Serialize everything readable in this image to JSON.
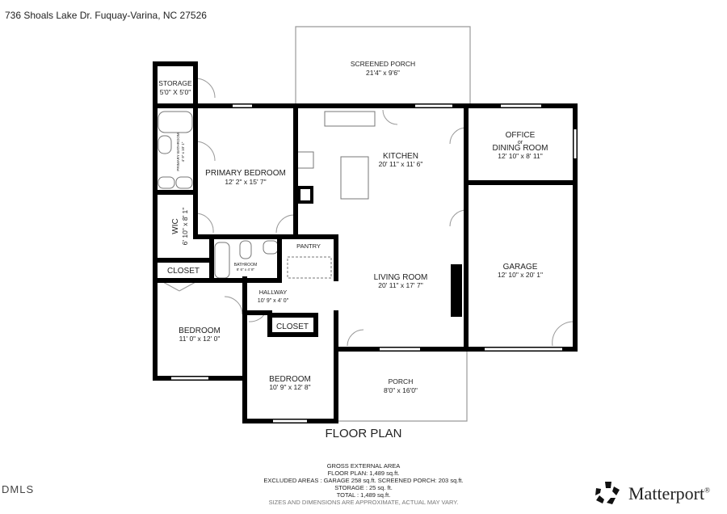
{
  "address": "736 Shoals Lake Dr. Fuquay-Varina, NC 27526",
  "rooms": [
    {
      "name": "SCREENED PORCH",
      "dims": "21'4\" x 9'6\""
    },
    {
      "name": "STORAGE",
      "dims": "5'0\" X 5'0\""
    },
    {
      "name": "PRIMARY BEDROOM",
      "dims": "12' 2\" x 15' 7\""
    },
    {
      "name": "PRIMARY BATHROOM",
      "dims": "4' 9\" x 10' 1\""
    },
    {
      "name": "KITCHEN",
      "dims": "20' 11\" x 11' 6\""
    },
    {
      "name": "OFFICE",
      "sub": "or",
      "name2": "DINING ROOM",
      "dims": "12' 10\" x 8' 11\""
    },
    {
      "name": "WIC",
      "dims": "6' 10\" x 8' 1\""
    },
    {
      "name": "PANTRY"
    },
    {
      "name": "BATHROOM",
      "dims": "8' 6\" x 4' 8\""
    },
    {
      "name": "CLOSET"
    },
    {
      "name": "LIVING ROOM",
      "dims": "20' 11\" x 17' 7\""
    },
    {
      "name": "GARAGE",
      "dims": "12' 10\" x 20' 1\""
    },
    {
      "name": "HALLWAY",
      "dims": "10' 9\" x 4' 0\""
    },
    {
      "name": "CLOSET"
    },
    {
      "name": "BEDROOM",
      "dims": "11' 0\" x 12' 0\""
    },
    {
      "name": "BEDROOM",
      "dims": "10' 9\" x 12' 8\""
    },
    {
      "name": "PORCH",
      "dims": "8'0\" x 16'0\""
    }
  ],
  "floor_plan_title": "FLOOR PLAN",
  "area_summary": {
    "line1": "GROSS EXTERNAL AREA",
    "line2": "FLOOR PLAN: 1,489 sq.ft.",
    "line3": "EXCLUDED AREAS :  GARAGE 258 sq.ft.  SCREENED PORCH: 203 sq.ft.",
    "line4": "STORAGE : 25 sq. ft.",
    "line5": "TOTAL :  1,489 sq.ft.",
    "note": "SIZES AND DIMENSIONS ARE APPROXIMATE, ACTUAL MAY VARY."
  },
  "mls_logo": "DMLS",
  "brand": "Matterport",
  "brand_mark": "®"
}
